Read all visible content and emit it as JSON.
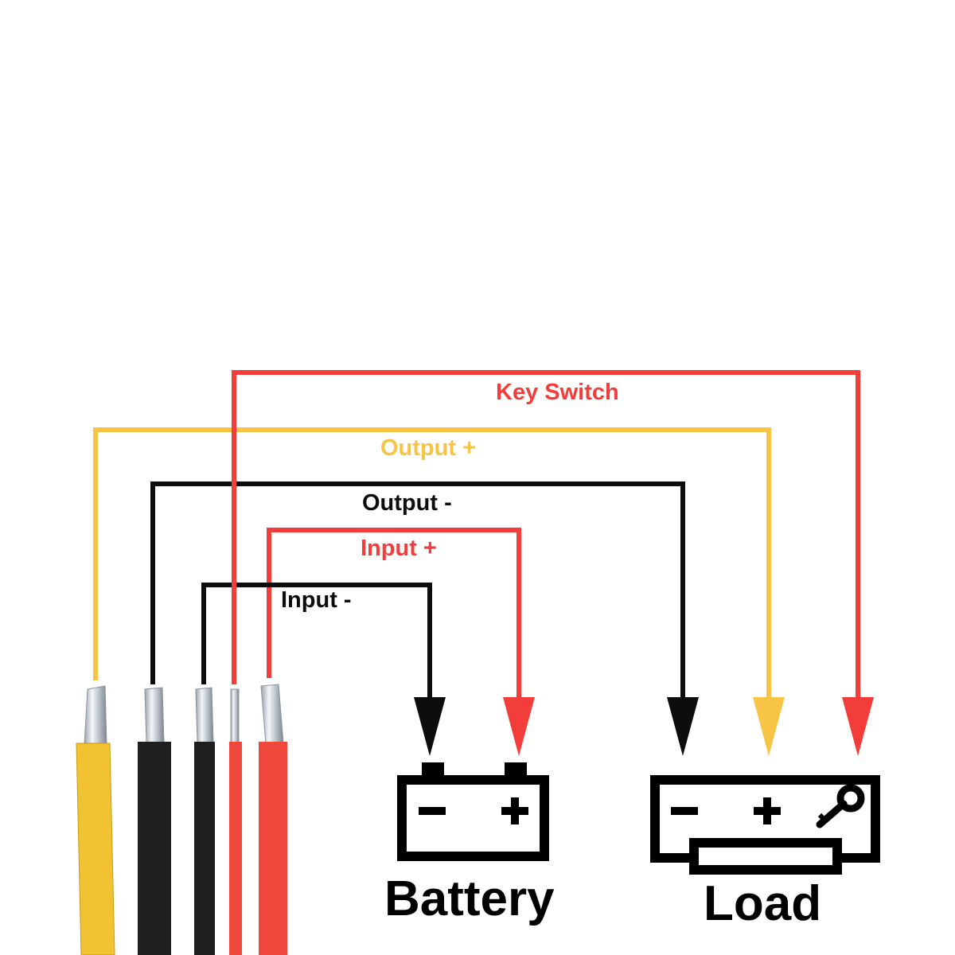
{
  "diagram": {
    "title": "DC-DC converter wiring diagram",
    "colors": {
      "red": "#f23d3a",
      "yellow": "#f7c445",
      "black": "#0d0d0d",
      "cable_yellow": "#f1c232",
      "cable_black": "#1f1f1f",
      "cable_red": "#f0473c"
    },
    "wires": [
      {
        "id": "output-plus",
        "label": "Output +",
        "color": "yellow",
        "from": "cable-1",
        "to": "load-plus"
      },
      {
        "id": "output-minus",
        "label": "Output -",
        "color": "black",
        "from": "cable-2",
        "to": "load-minus"
      },
      {
        "id": "input-minus",
        "label": "Input -",
        "color": "black",
        "from": "cable-3",
        "to": "battery-minus"
      },
      {
        "id": "key-switch",
        "label": "Key Switch",
        "color": "red",
        "from": "cable-4",
        "to": "load-key"
      },
      {
        "id": "input-plus",
        "label": "Input +",
        "color": "red",
        "from": "cable-5",
        "to": "battery-plus"
      }
    ],
    "cables": [
      {
        "id": "cable-1",
        "color": "cable_yellow"
      },
      {
        "id": "cable-2",
        "color": "cable_black"
      },
      {
        "id": "cable-3",
        "color": "cable_black"
      },
      {
        "id": "cable-4",
        "color": "cable_red"
      },
      {
        "id": "cable-5",
        "color": "cable_red"
      }
    ],
    "battery": {
      "label": "Battery",
      "minus": "−",
      "plus": "+"
    },
    "load": {
      "label": "Load",
      "minus": "−",
      "plus": "+",
      "key_icon": "key-icon"
    }
  }
}
